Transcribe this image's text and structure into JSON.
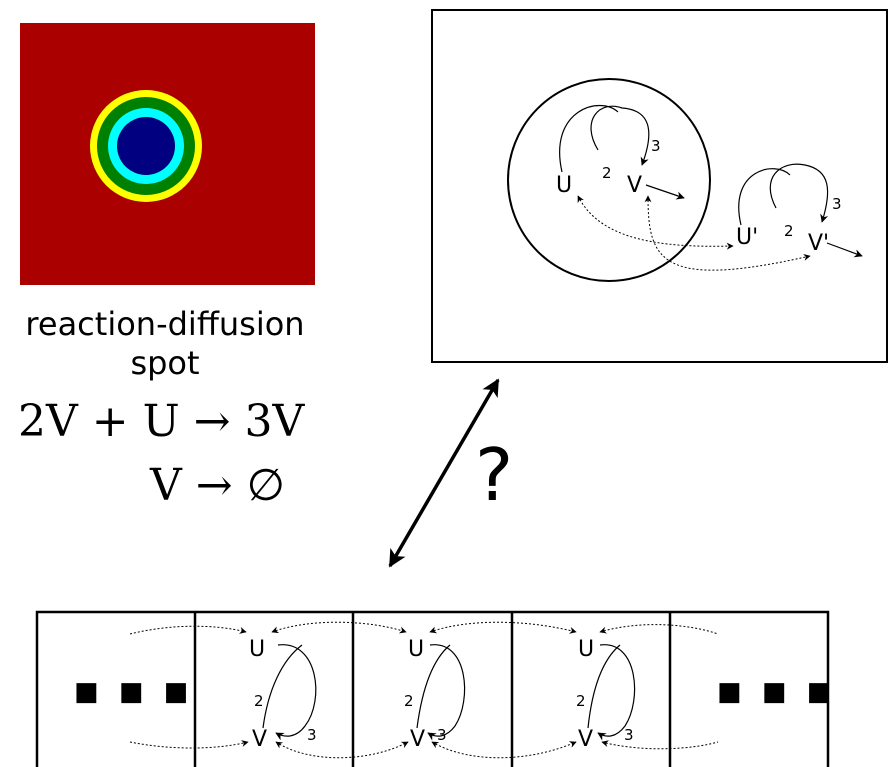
{
  "caption": {
    "line1": "reaction-diffusion",
    "line2": "spot"
  },
  "equations": {
    "eq1": "2V + U → 3V",
    "eq2": "V → ∅"
  },
  "question_mark": "?",
  "colors": {
    "background": "#aa0000",
    "ring_yellow": "#ffff00",
    "ring_green": "#008000",
    "ring_cyan": "#00ffff",
    "core_navy": "#000080"
  },
  "top_panel": {
    "species_u": "U",
    "species_v": "V",
    "species_u2": "U'",
    "species_v2": "V'",
    "stoich_2": "2",
    "stoich_3": "3"
  },
  "bottom_panel": {
    "ellipsis": "■ ■ ■",
    "cells": [
      {
        "u": "U",
        "v": "V",
        "two": "2",
        "three": "3"
      },
      {
        "u": "U",
        "v": "V",
        "two": "2",
        "three": "3"
      },
      {
        "u": "U",
        "v": "V",
        "two": "2",
        "three": "3"
      }
    ]
  }
}
